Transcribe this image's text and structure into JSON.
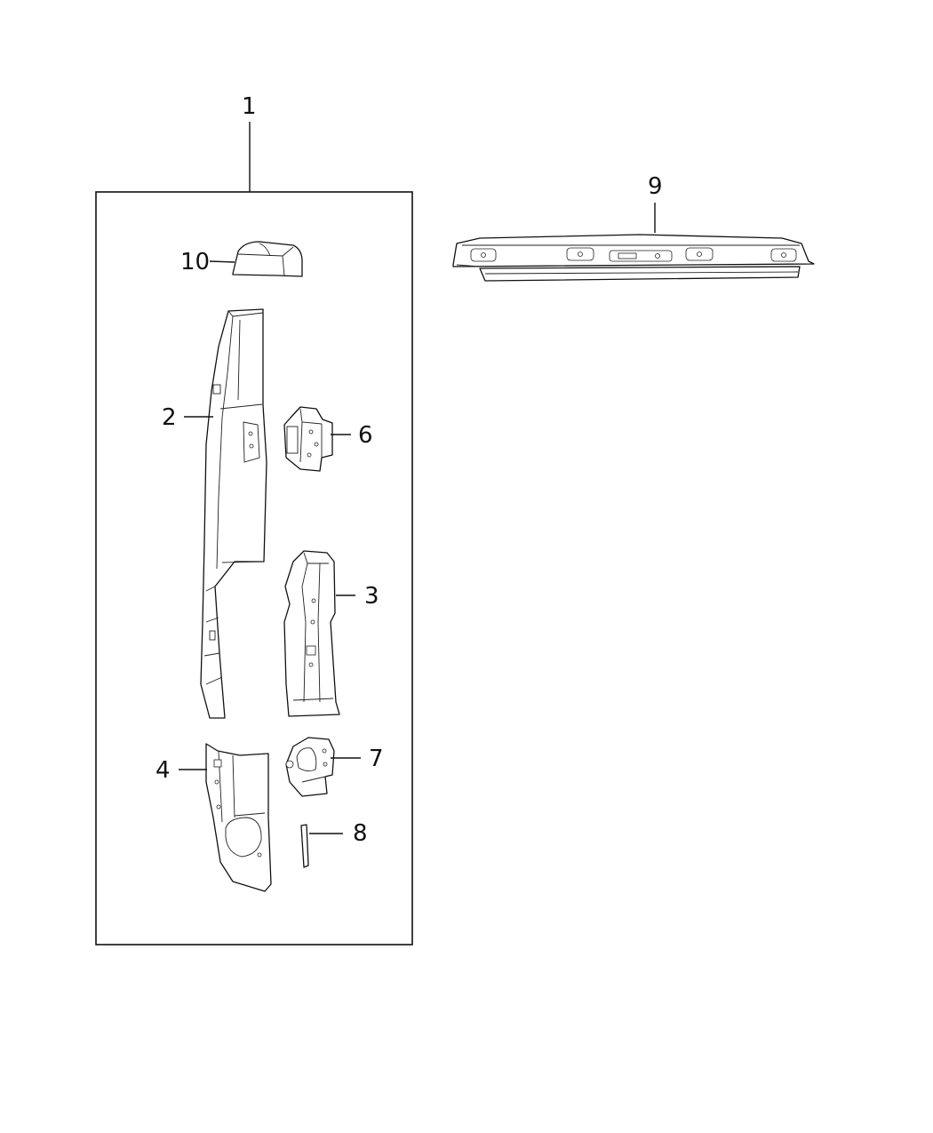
{
  "callouts": {
    "c1": "1",
    "c2": "2",
    "c3": "3",
    "c4": "4",
    "c6": "6",
    "c7": "7",
    "c8": "8",
    "c9": "9",
    "c10": "10"
  }
}
